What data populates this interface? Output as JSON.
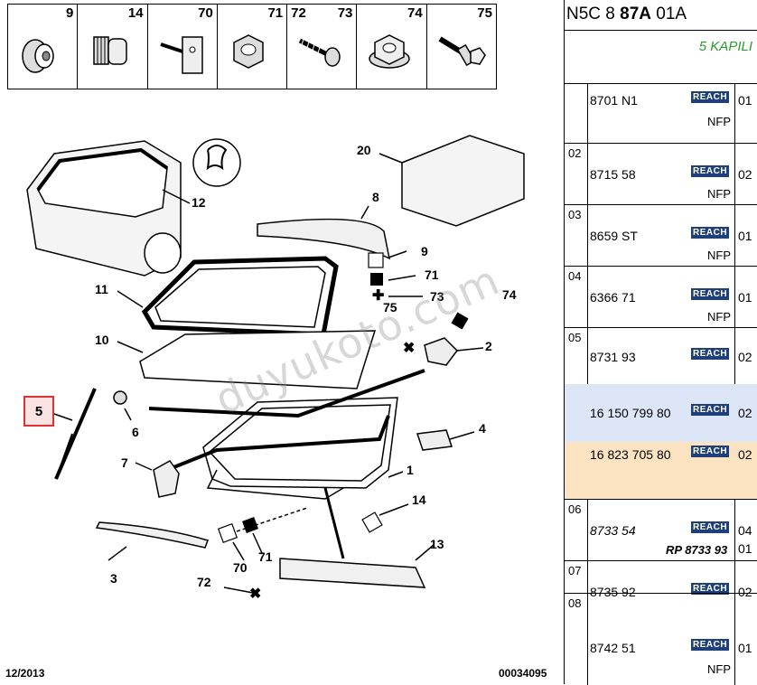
{
  "top_parts": [
    {
      "num": "9",
      "icon": "plug-icon"
    },
    {
      "num": "14",
      "icon": "ribbed-plug-icon"
    },
    {
      "num": "70",
      "icon": "clip-plate-icon"
    },
    {
      "num": "71",
      "icon": "hex-nut-icon",
      "num2": "72"
    },
    {
      "num": "73",
      "icon": "screw-icon"
    },
    {
      "num": "74",
      "icon": "flange-nut-icon"
    },
    {
      "num": "75",
      "icon": "bolt-icon"
    }
  ],
  "callouts": {
    "c1": "1",
    "c2": "2",
    "c3": "3",
    "c4": "4",
    "c5": "5",
    "c6": "6",
    "c7": "7",
    "c8": "8",
    "c9": "9",
    "c10": "10",
    "c11": "11",
    "c12": "12",
    "c13": "13",
    "c14": "14",
    "c20": "20",
    "c70": "70",
    "c71a": "71",
    "c71b": "71",
    "c72": "72",
    "c73": "73",
    "c74": "74",
    "c75": "75"
  },
  "footer": {
    "date": "12/2013",
    "ref": "00034095"
  },
  "watermark": "duyukoto.com",
  "panel": {
    "code_prefix": "N5C 8 ",
    "code_bold": "87A",
    "code_suffix": " 01A",
    "variant": "5 KAPILI",
    "reach_label": "REACH",
    "rows": [
      {
        "idx": "",
        "ref": "8701 N1",
        "qty": "01",
        "nfp": "NFP"
      },
      {
        "idx": "02",
        "ref": "8715 58",
        "qty": "02",
        "nfp": "NFP"
      },
      {
        "idx": "03",
        "ref": "8659 ST",
        "qty": "01",
        "nfp": "NFP"
      },
      {
        "idx": "04",
        "ref": "6366 71",
        "qty": "01",
        "nfp": "NFP"
      },
      {
        "idx": "05",
        "ref": "8731 93",
        "qty": "02",
        "nfp": ""
      },
      {
        "idx": "",
        "ref": "16 150 799 80",
        "qty": "02",
        "nfp": ""
      },
      {
        "idx": "",
        "ref": "16 823 705 80",
        "qty": "02",
        "nfp": ""
      },
      {
        "idx": "06",
        "ref": "8733 54",
        "qty": "04",
        "rp": "RP 8733 93",
        "qty2": "01"
      },
      {
        "idx": "07",
        "ref": "8735 92",
        "qty": "02",
        "nfp": ""
      },
      {
        "idx": "08",
        "ref": "8742 51",
        "qty": "01",
        "nfp": "NFP"
      }
    ]
  }
}
